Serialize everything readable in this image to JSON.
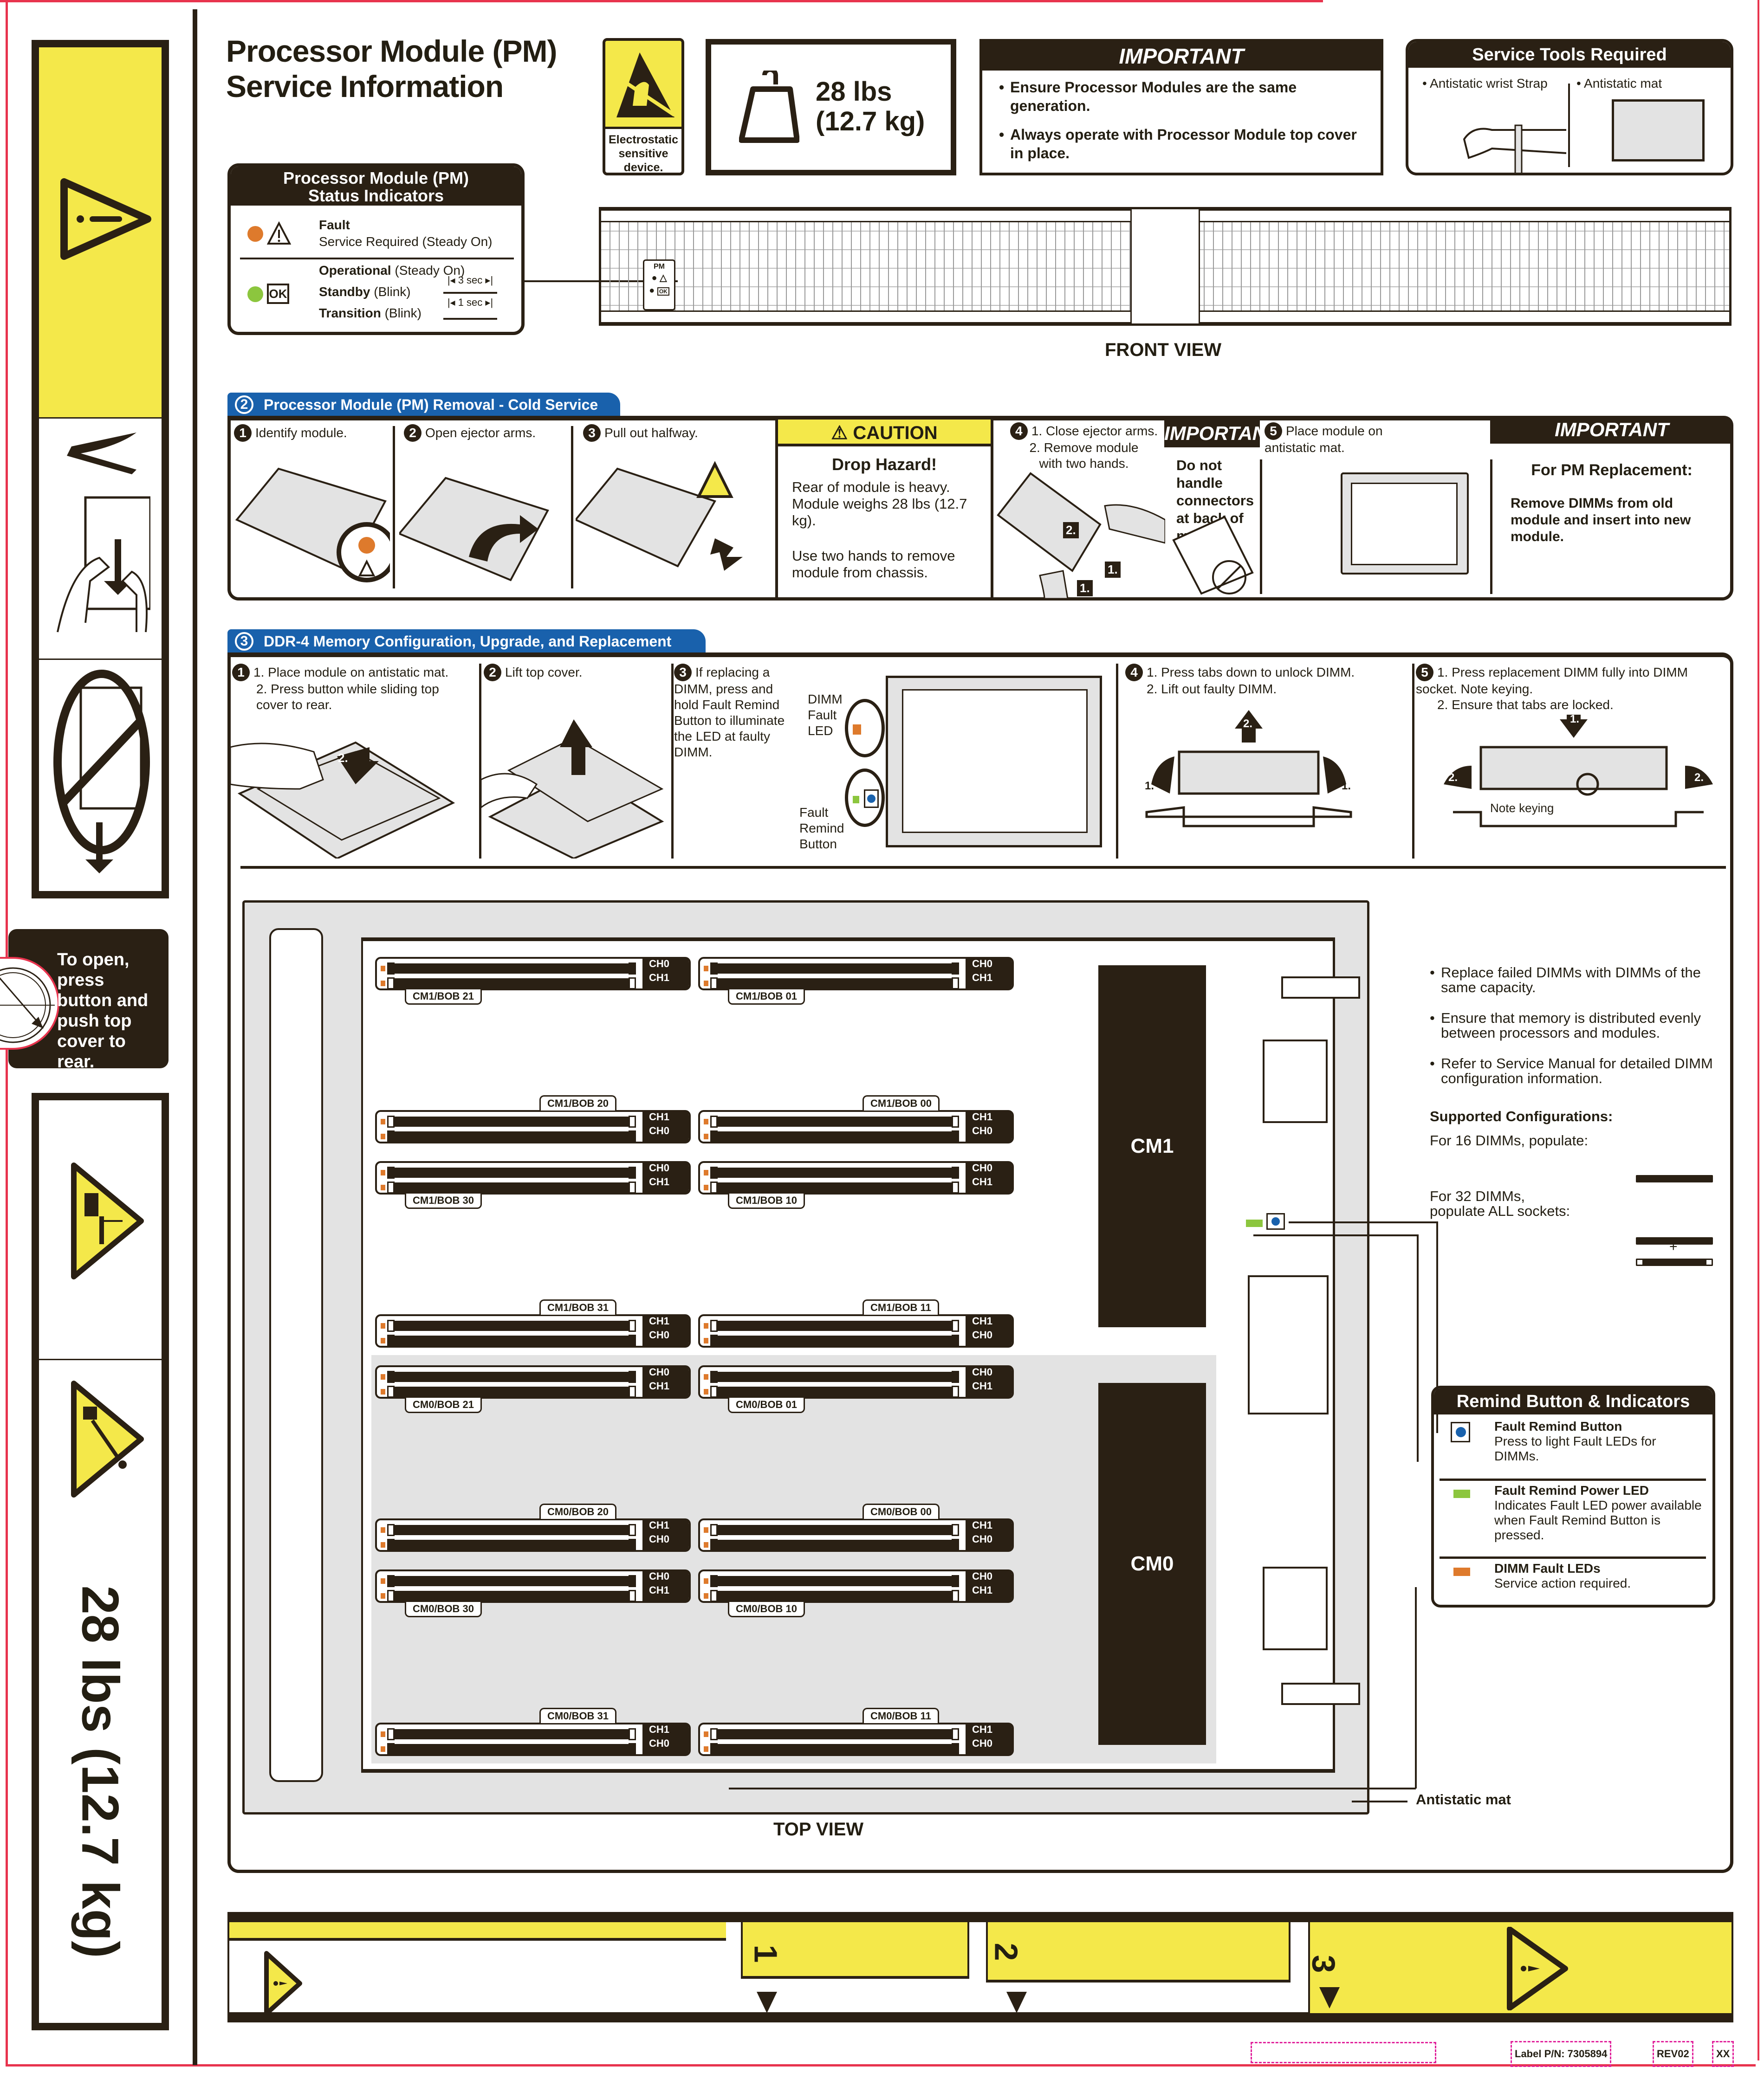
{
  "header": {
    "title_line1": "Processor Module (PM)",
    "title_line2": "Service Information",
    "esd_label": [
      "Electrostatic",
      "sensitive",
      "device."
    ],
    "weight_lbs": "28 lbs",
    "weight_kg": "(12.7 kg)"
  },
  "important_top": {
    "heading": "IMPORTANT",
    "items": [
      "Ensure Processor Modules are the same generation.",
      "Always operate with Processor Module top cover in place."
    ]
  },
  "service_tools": {
    "heading": "Service Tools Required",
    "items": [
      "Antistatic wrist Strap",
      "Antistatic mat"
    ]
  },
  "status_indicators": {
    "heading_line1": "Processor Module (PM)",
    "heading_line2": "Status Indicators",
    "fault": {
      "title": "Fault",
      "desc": "Service Required (Steady On)",
      "led_color": "#de7a2c"
    },
    "ok": {
      "badge": "OK",
      "led_color": "#8cc63e",
      "rows": [
        {
          "state": "Operational",
          "mode": "(Steady On)"
        },
        {
          "state": "Standby",
          "mode": "(Blink)",
          "timing": "3 sec"
        },
        {
          "state": "Transition",
          "mode": "(Blink)",
          "timing": "1 sec"
        }
      ]
    }
  },
  "front_view": {
    "panel_label": "PM",
    "ok_label": "OK",
    "caption": "FRONT VIEW"
  },
  "section2": {
    "number": "2",
    "title": "Processor Module (PM) Removal - Cold Service",
    "steps": [
      {
        "num": "1",
        "text": "Identify module."
      },
      {
        "num": "2",
        "text": "Open ejector arms."
      },
      {
        "num": "3",
        "text": "Pull out halfway."
      }
    ],
    "caution": {
      "heading": "CAUTION",
      "subtitle": "Drop Hazard!",
      "lines": [
        "Rear of module is heavy.",
        "Module weighs 28 lbs (12.7 kg).",
        "Use two hands to remove module from chassis."
      ]
    },
    "step4": {
      "num": "4",
      "lines": [
        "1. Close ejector arms.",
        "2. Remove module",
        "with two hands."
      ],
      "arrow_labels": [
        "2.",
        "1.",
        "1."
      ]
    },
    "important_connectors": {
      "heading": "IMPORTANT",
      "text": "Do not handle connectors at back of module."
    },
    "step5": {
      "num": "5",
      "text": "Place module on antistatic mat."
    },
    "important_replacement": {
      "heading": "IMPORTANT",
      "subtitle": "For PM Replacement:",
      "text": "Remove DIMMs from old module and insert into new module."
    }
  },
  "section3": {
    "number": "3",
    "title": "DDR-4 Memory Configuration, Upgrade, and Replacement",
    "step1": {
      "num": "1",
      "lines": [
        "1. Place module on antistatic mat.",
        "2. Press button while sliding top cover to rear."
      ],
      "arrow_label": "2."
    },
    "step2": {
      "num": "2",
      "text": "Lift top cover."
    },
    "step3": {
      "num": "3",
      "text": "If replacing a DIMM, press and hold Fault Remind Button to illuminate the LED at faulty DIMM.",
      "callout_led": "DIMM Fault LED",
      "callout_button": "Fault Remind Button"
    },
    "step4": {
      "num": "4",
      "lines": [
        "1. Press tabs down to unlock DIMM.",
        "2. Lift out faulty DIMM."
      ],
      "arrow_labels": [
        "2.",
        "1.",
        "1."
      ]
    },
    "step5": {
      "num": "5",
      "lines": [
        "1. Press replacement DIMM fully into DIMM socket. Note keying.",
        "2. Ensure that tabs are locked."
      ],
      "arrow_labels": [
        "1.",
        "2.",
        "2."
      ],
      "keying_label": "Note keying"
    }
  },
  "top_view": {
    "caption": "TOP VIEW",
    "mat_label": "Antistatic mat",
    "cpus": [
      "CM1",
      "CM0"
    ],
    "dimm_groups": [
      {
        "label": "CM1/BOB 21",
        "channels": [
          "CH0",
          "CH1"
        ],
        "label_pos": "below"
      },
      {
        "label": "CM1/BOB 01",
        "channels": [
          "CH0",
          "CH1"
        ],
        "label_pos": "below"
      },
      {
        "label": "CM1/BOB 20",
        "channels": [
          "CH1",
          "CH0"
        ],
        "label_pos": "above"
      },
      {
        "label": "CM1/BOB 00",
        "channels": [
          "CH1",
          "CH0"
        ],
        "label_pos": "above"
      },
      {
        "label": "CM1/BOB 30",
        "channels": [
          "CH0",
          "CH1"
        ],
        "label_pos": "below"
      },
      {
        "label": "CM1/BOB 10",
        "channels": [
          "CH0",
          "CH1"
        ],
        "label_pos": "below"
      },
      {
        "label": "CM1/BOB 31",
        "channels": [
          "CH1",
          "CH0"
        ],
        "label_pos": "above"
      },
      {
        "label": "CM1/BOB 11",
        "channels": [
          "CH1",
          "CH0"
        ],
        "label_pos": "above"
      },
      {
        "label": "CM0/BOB 21",
        "channels": [
          "CH0",
          "CH1"
        ],
        "label_pos": "below"
      },
      {
        "label": "CM0/BOB 01",
        "channels": [
          "CH0",
          "CH1"
        ],
        "label_pos": "below"
      },
      {
        "label": "CM0/BOB 20",
        "channels": [
          "CH1",
          "CH0"
        ],
        "label_pos": "above"
      },
      {
        "label": "CM0/BOB 00",
        "channels": [
          "CH1",
          "CH0"
        ],
        "label_pos": "above"
      },
      {
        "label": "CM0/BOB 30",
        "channels": [
          "CH0",
          "CH1"
        ],
        "label_pos": "below"
      },
      {
        "label": "CM0/BOB 10",
        "channels": [
          "CH0",
          "CH1"
        ],
        "label_pos": "below"
      },
      {
        "label": "CM0/BOB 31",
        "channels": [
          "CH1",
          "CH0"
        ],
        "label_pos": "above"
      },
      {
        "label": "CM0/BOB 11",
        "channels": [
          "CH1",
          "CH0"
        ],
        "label_pos": "above"
      }
    ]
  },
  "dimm_notes": {
    "bullets": [
      "Replace failed DIMMs with DIMMs of the same capacity.",
      "Ensure that memory is distributed evenly  between processors and modules.",
      "Refer to Service Manual for detailed DIMM configuration information."
    ],
    "configs_heading": "Supported Configurations:",
    "config16": "For 16 DIMMs, populate:",
    "config32": "For 32 DIMMs, populate ALL sockets:",
    "plus": "+"
  },
  "remind_legend": {
    "heading": "Remind Button & Indicators",
    "items": [
      {
        "title": "Fault Remind Button",
        "desc": "Press to light Fault LEDs for DIMMs.",
        "color": "#1961ac"
      },
      {
        "title": "Fault Remind Power LED",
        "desc": "Indicates Fault LED power available when Fault Remind Button is pressed.",
        "color": "#8cc63e"
      },
      {
        "title": "DIMM Fault LEDs",
        "desc": "Service action required.",
        "color": "#de7a2c"
      }
    ]
  },
  "side_strip": {
    "open_instructions": "To open, press button and push top cover to rear.",
    "weight_vertical": "28 lbs (12.7 kg)"
  },
  "bottom_strip": {
    "numbers": [
      "1",
      "2",
      "3"
    ]
  },
  "label_info": {
    "part_number": "Label P/N: 7305894",
    "revision": "REV02",
    "code": "XX"
  },
  "colors": {
    "ink": "#2a2014",
    "yellow": "#f4e84a",
    "blue": "#1961ac",
    "orange": "#de7a2c",
    "green": "#8cc63e",
    "mat_gray": "#e3e3e3",
    "trim": "#e8344e"
  }
}
